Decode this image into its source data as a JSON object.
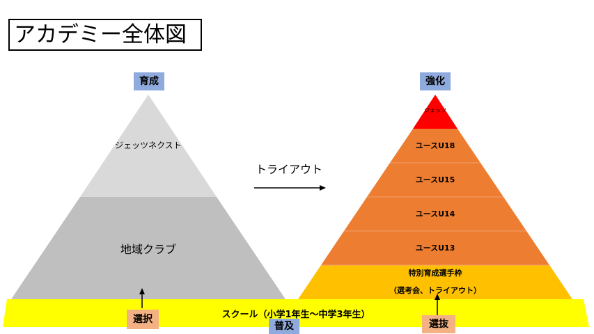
{
  "title": "アカデミー全体図",
  "labels": {
    "ikusei": "育成",
    "kyouka": "強化",
    "sentaku": "選択",
    "senbatsu": "選抜",
    "fukyu": "普及"
  },
  "left_pyramid": {
    "top": "ジェッツネクスト",
    "bottom": "地域クラブ"
  },
  "arrow_label": "トライアウト",
  "right_pyramid": {
    "tiers": [
      "ジェッツ",
      "ユースU18",
      "ユースU15",
      "ユースU14",
      "ユースU13"
    ],
    "special_line1": "特別育成選手枠",
    "special_line2": "（選考会、トライアウト）"
  },
  "school_band": "スクール（小学1年生～中学3年生）",
  "colors": {
    "left_top": "#d9d9d9",
    "left_bottom": "#bfbfbf",
    "right_top": "#ff0000",
    "right_tiers": "#ed7d31",
    "right_special": "#ffc000",
    "band": "#ffff00"
  }
}
